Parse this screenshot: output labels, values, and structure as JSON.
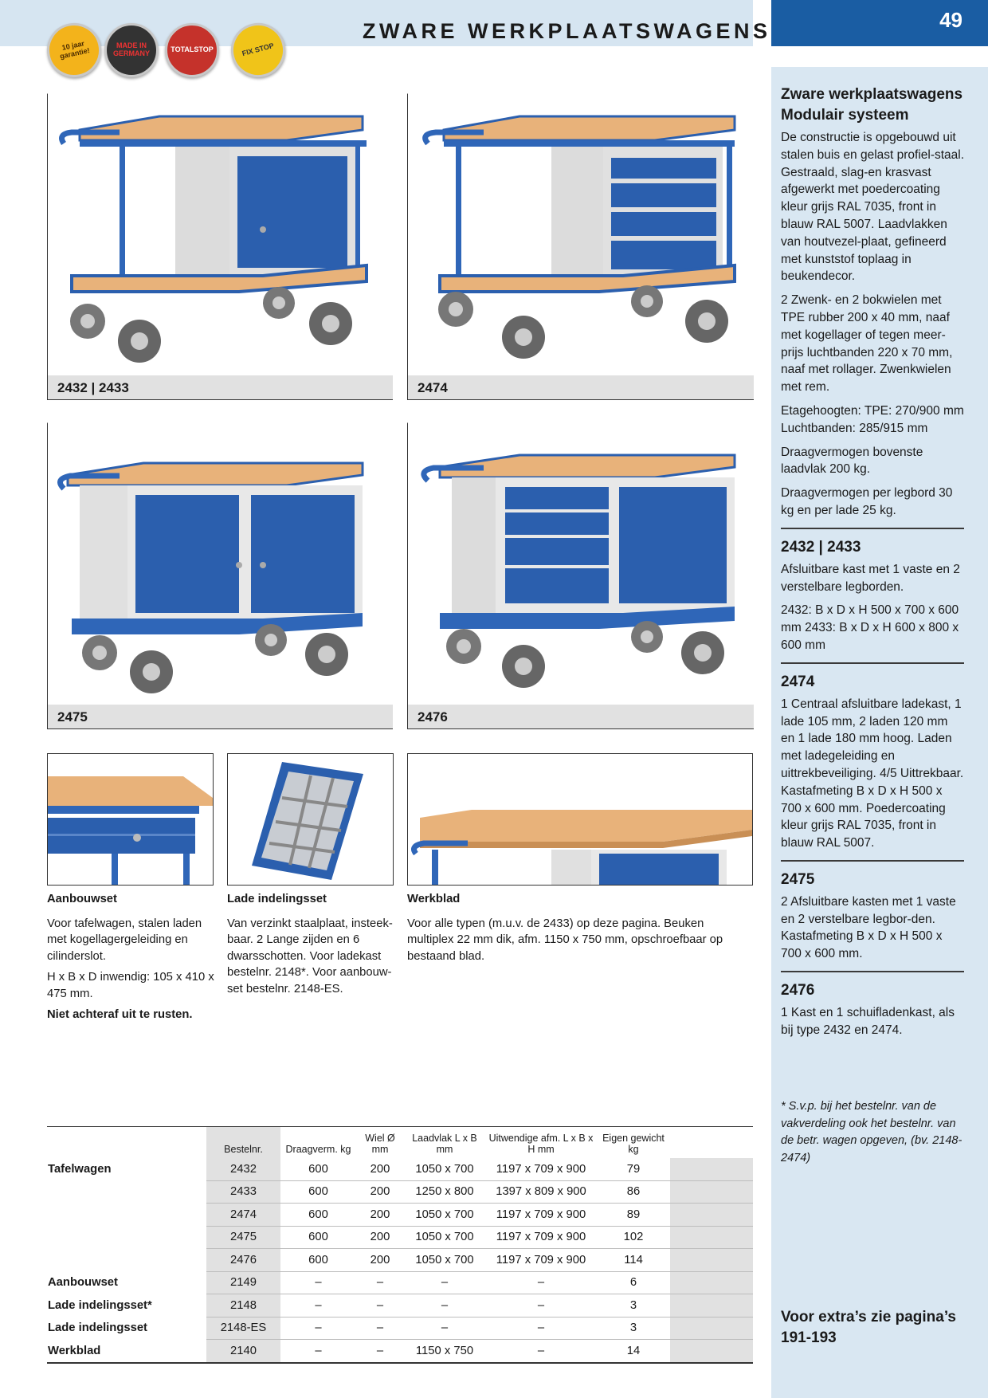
{
  "header": {
    "title": "ZWARE WERKPLAATSWAGENS",
    "page_number": "49"
  },
  "badges": [
    {
      "name": "10-jaar-garantie-badge",
      "text": "10 jaar garantie!"
    },
    {
      "name": "made-in-germany-badge",
      "text": "MADE IN GERMANY"
    },
    {
      "name": "totalstop-badge",
      "text": "TOTALSTOP"
    },
    {
      "name": "fixstop-badge",
      "text": "FIX STOP"
    }
  ],
  "photos": [
    {
      "caption": "2432 | 2433"
    },
    {
      "caption": "2474"
    },
    {
      "caption": "2475"
    },
    {
      "caption": "2476"
    }
  ],
  "accessories": [
    {
      "title": "Aanbouwset",
      "paras": [
        "Voor tafelwagen, stalen laden met kogellagergeleiding en cilinderslot.",
        "H x B x D inwendig: 105 x 410 x 475 mm."
      ],
      "note": "Niet achteraf uit te rusten."
    },
    {
      "title": "Lade indelingsset",
      "paras": [
        "Van verzinkt staalplaat, insteek-baar. 2 Lange zijden en 6 dwarsschotten. Voor ladekast bestelnr. 2148*. Voor aanbouw-set bestelnr. 2148-ES."
      ]
    },
    {
      "title": "Werkblad",
      "paras": [
        "Voor alle typen (m.u.v. de 2433) op deze pagina. Beuken multiplex 22 mm dik, afm. 1150 x 750 mm, opschroefbaar op bestaand blad."
      ]
    }
  ],
  "sidebar": {
    "intro_title_1": "Zware werkplaatswagens",
    "intro_title_2": "Modulair systeem",
    "intro_paras": [
      "De constructie is opgebouwd uit stalen buis en gelast profiel-staal. Gestraald, slag-en krasvast afgewerkt met poedercoating kleur grijs RAL 7035, front in blauw RAL 5007. Laadvlakken van houtvezel-plaat, gefineerd met kunststof toplaag in beukendecor.",
      "2 Zwenk- en 2 bokwielen met TPE rubber  200 x 40 mm, naaf met kogellager of tegen meer-prijs luchtbanden 220 x 70 mm, naaf met rollager. Zwenkwielen met rem.",
      "Etagehoogten: TPE: 270/900 mm Luchtbanden: 285/915 mm",
      "Draagvermogen bovenste laadvlak 200 kg.",
      "Draagvermogen per legbord 30 kg en per lade 25 kg."
    ],
    "sections": [
      {
        "title": "2432 | 2433",
        "paras": [
          "Afsluitbare kast met 1 vaste en 2 verstelbare legborden.",
          "2432: B x D x H 500 x 700 x 600 mm 2433: B x D x H 600 x 800 x 600 mm"
        ]
      },
      {
        "title": "2474",
        "paras": [
          "1 Centraal afsluitbare ladekast, 1 lade 105 mm, 2 laden 120 mm en 1 lade 180 mm hoog. Laden met ladegeleiding en uittrekbeveiliging. 4/5 Uittrekbaar. Kastafmeting B x D x H 500 x 700 x 600 mm. Poedercoating kleur grijs RAL 7035, front in blauw RAL 5007."
        ]
      },
      {
        "title": "2475",
        "paras": [
          "2 Afsluitbare kasten met 1 vaste en 2 verstelbare legbor-den. Kastafmeting B x D x H 500 x 700 x 600 mm."
        ]
      },
      {
        "title": "2476",
        "paras": [
          "1 Kast en 1 schuifladenkast, als bij type 2432 en 2474."
        ]
      }
    ],
    "footnote": "* S.v.p. bij het bestelnr. van de vakverdeling ook het bestelnr. van de betr. wagen opgeven, (bv. 2148-2474)",
    "extra": "Voor extra’s zie pagina’s 191-193"
  },
  "table": {
    "headers": [
      "",
      "Bestelnr.",
      "Draagverm. kg",
      "Wiel Ø mm",
      "Laadvlak L x B mm",
      "Uitwendige afm. L x B x H mm",
      "Eigen gewicht kg",
      ""
    ],
    "rows": [
      [
        "Tafelwagen",
        "2432",
        "600",
        "200",
        "1050 x 700",
        "1197 x 709 x 900",
        "79"
      ],
      [
        "",
        "2433",
        "600",
        "200",
        "1250 x 800",
        "1397 x 809 x 900",
        "86"
      ],
      [
        "",
        "2474",
        "600",
        "200",
        "1050 x 700",
        "1197 x 709 x 900",
        "89"
      ],
      [
        "",
        "2475",
        "600",
        "200",
        "1050 x 700",
        "1197 x 709 x 900",
        "102"
      ],
      [
        "",
        "2476",
        "600",
        "200",
        "1050 x 700",
        "1197 x 709 x 900",
        "114"
      ],
      [
        "Aanbouwset",
        "2149",
        "–",
        "–",
        "–",
        "–",
        "6"
      ],
      [
        "Lade indelingsset*",
        "2148",
        "–",
        "–",
        "–",
        "–",
        "3"
      ],
      [
        "Lade indelingsset",
        "2148-ES",
        "–",
        "–",
        "–",
        "–",
        "3"
      ],
      [
        "Werkblad",
        "2140",
        "–",
        "–",
        "1150 x 750",
        "–",
        "14"
      ]
    ]
  },
  "colors": {
    "blue": "#2b5fae",
    "frame_blue": "#2f66b8",
    "wood": "#e8b27a",
    "gray": "#d6d6d6",
    "tab_blue": "#1a5da3",
    "sidebar": "#d9e7f2"
  }
}
